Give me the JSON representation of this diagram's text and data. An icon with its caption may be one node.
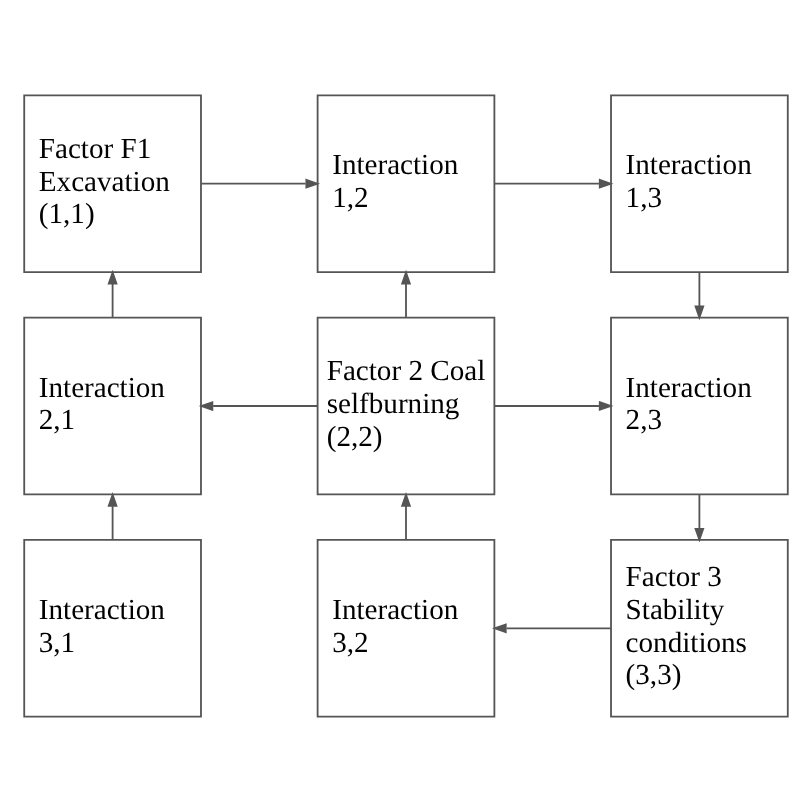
{
  "diagram": {
    "nodes": [
      {
        "text": [
          "Factor F1 Excavation (1,1)"
        ]
      },
      {
        "text": [
          "Interaction 1,2"
        ]
      },
      {
        "text": [
          "Interaction 1,3"
        ]
      },
      {
        "text": [
          "Interaction 2,1"
        ]
      },
      {
        "text": [
          "Factor 2 Coal selfburning (2,2)"
        ]
      },
      {
        "text": [
          "Interaction 2,3"
        ]
      },
      {
        "text": [
          "Interaction 3,1"
        ]
      },
      {
        "text": [
          "Interaction 3,2"
        ]
      },
      {
        "text": [
          "Factor 3 Stability conditions (3,3)"
        ]
      }
    ],
    "edges": [
      {
        "from": 0,
        "to": 1,
        "arrow": "to"
      },
      {
        "from": 1,
        "to": 2,
        "arrow": "to"
      },
      {
        "from": 2,
        "to": 5,
        "arrow": "to"
      },
      {
        "from": 5,
        "to": 8,
        "arrow": "to"
      },
      {
        "from": 8,
        "to": 7,
        "arrow": "to"
      },
      {
        "from": 7,
        "to": 4,
        "arrow": "to"
      },
      {
        "from": 4,
        "to": 1,
        "arrow": "to"
      },
      {
        "from": 4,
        "to": 3,
        "arrow": "to"
      },
      {
        "from": 4,
        "to": 5,
        "arrow": "to"
      },
      {
        "from": 6,
        "to": 3,
        "arrow": "to"
      },
      {
        "from": 3,
        "to": 0,
        "arrow": "to"
      }
    ]
  }
}
